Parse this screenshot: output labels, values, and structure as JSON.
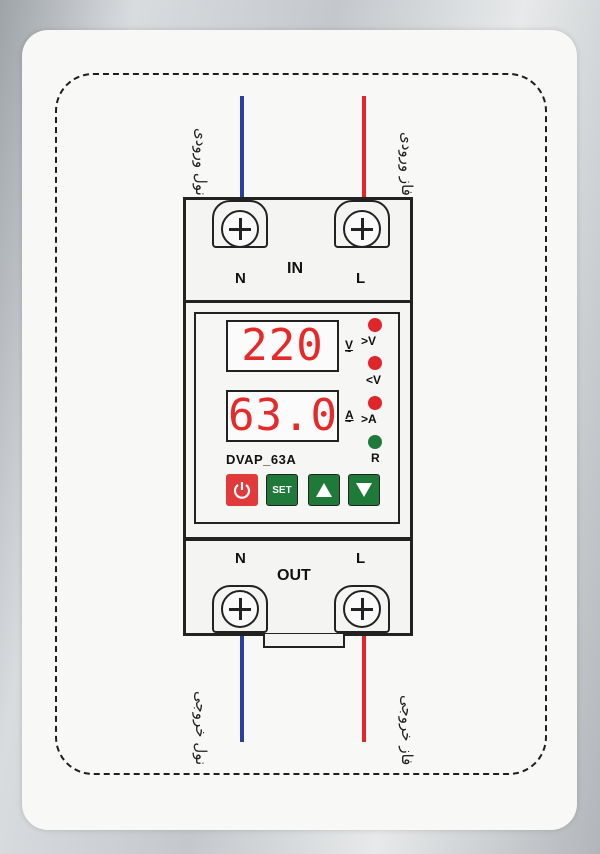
{
  "labels": {
    "neutral_in": "نول ورودی",
    "phase_in": "فاز ورودی",
    "neutral_out": "نول خروجی",
    "phase_out": "فاز خروجی"
  },
  "input_block": {
    "label": "IN",
    "n": "N",
    "l": "L"
  },
  "output_block": {
    "label": "OUT",
    "n": "N",
    "l": "L"
  },
  "display": {
    "voltage": "220",
    "current": "63.0",
    "voltage_unit": "V",
    "current_unit": "A"
  },
  "indicators": [
    {
      "label": ">V",
      "color": "#e0262b"
    },
    {
      "label": "<V",
      "color": "#e0262b"
    },
    {
      "label": ">A",
      "color": "#e0262b"
    },
    {
      "label": "R",
      "color": "#1f7a3a"
    }
  ],
  "model": "DVAP_63A",
  "buttons": {
    "power_icon": "power-icon",
    "set_label": "SET",
    "up_icon": "triangle-up-icon",
    "down_icon": "triangle-down-icon",
    "power_color": "#e03a3a",
    "green_color": "#1f7a3a"
  },
  "wire_colors": {
    "neutral": "#2a3f9e",
    "phase": "#e4262b"
  }
}
